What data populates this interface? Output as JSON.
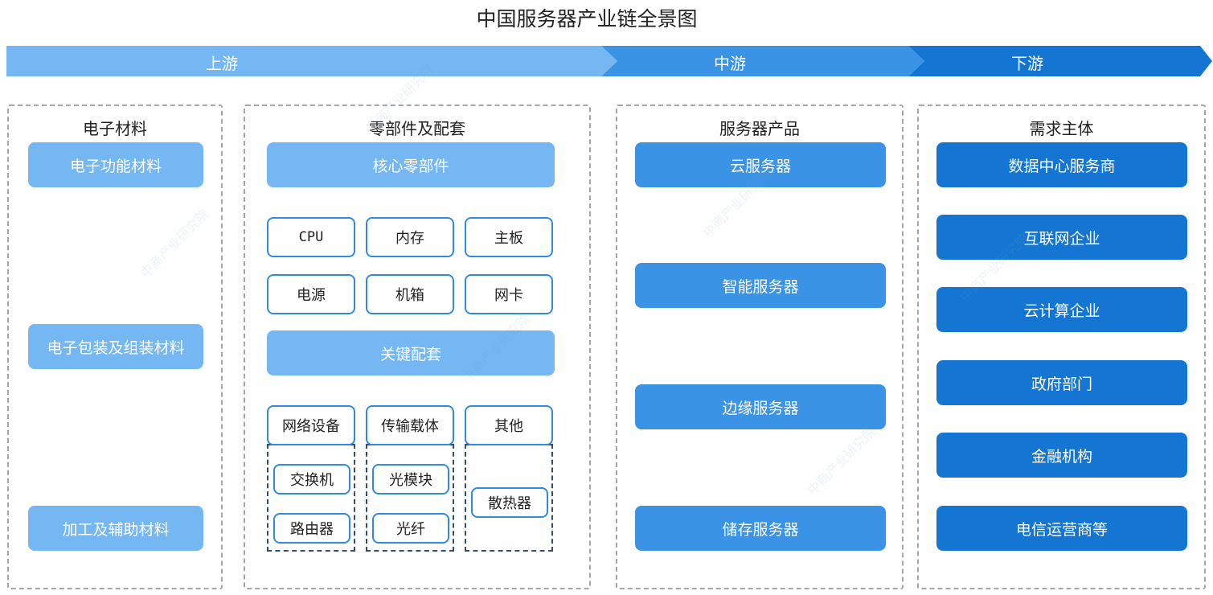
{
  "title": "中国服务器产业链全景图",
  "band": {
    "upstream": "上游",
    "midstream": "中游",
    "downstream": "下游"
  },
  "colors": {
    "band_up": "#74b7f3",
    "band_mid": "#3a93e4",
    "band_down": "#1476d2"
  },
  "columns": {
    "materials": {
      "title": "电子材料",
      "items": [
        "电子功能材料",
        "电子包装及组装材料",
        "加工及辅助材料"
      ]
    },
    "components": {
      "title": "零部件及配套",
      "core": {
        "label": "核心零部件",
        "items": [
          "CPU",
          "内存",
          "主板",
          "电源",
          "机箱",
          "网卡"
        ]
      },
      "supporting": {
        "label": "关键配套",
        "network": {
          "label": "网络设备",
          "items": [
            "交换机",
            "路由器"
          ]
        },
        "transmission": {
          "label": "传输载体",
          "items": [
            "光模块",
            "光纤"
          ]
        },
        "other": {
          "label": "其他",
          "items": [
            "散热器"
          ]
        }
      }
    },
    "products": {
      "title": "服务器产品",
      "items": [
        "云服务器",
        "智能服务器",
        "边缘服务器",
        "储存服务器"
      ]
    },
    "demand": {
      "title": "需求主体",
      "items": [
        "数据中心服务商",
        "互联网企业",
        "云计算企业",
        "政府部门",
        "金融机构",
        "电信运营商等"
      ]
    }
  },
  "watermark": "中商产业研究院"
}
